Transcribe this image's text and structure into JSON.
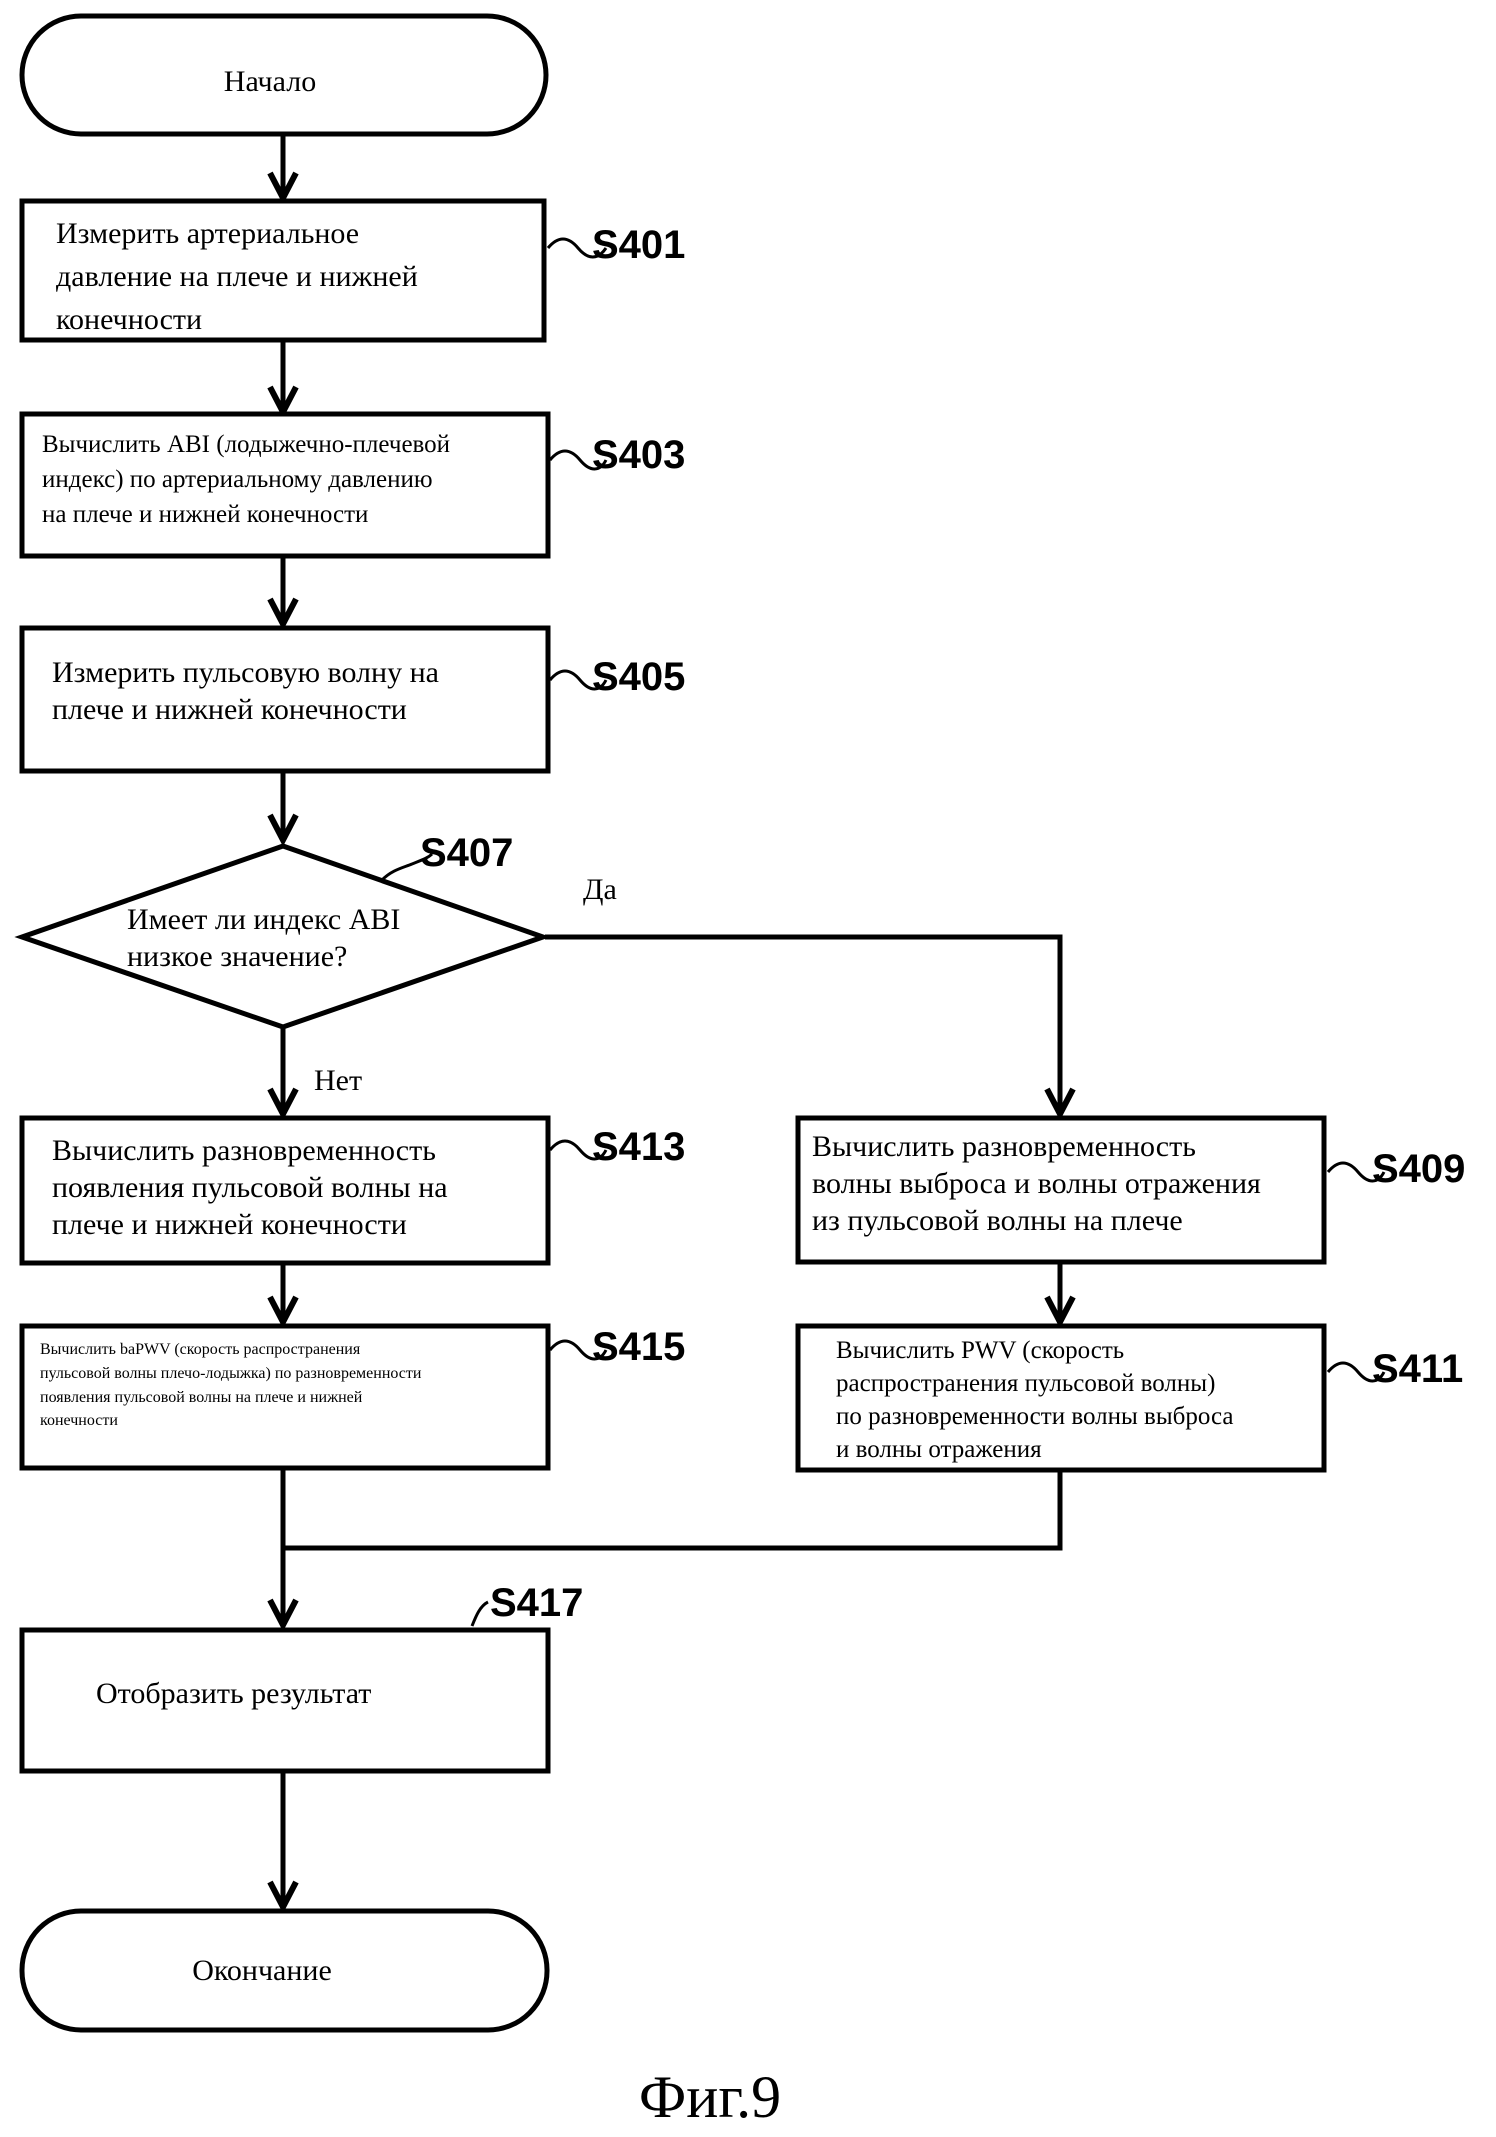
{
  "nodes": {
    "start": {
      "text": "Начало"
    },
    "s401": {
      "label": "S401",
      "lines": [
        "Измерить артериальное",
        "давление на плече и нижней",
        "конечности"
      ]
    },
    "s403": {
      "label": "S403",
      "lines": [
        "Вычислить ABI (лодыжечно-плечевой",
        "индекс) по артериальному давлению",
        "на плече и нижней конечности"
      ]
    },
    "s405": {
      "label": "S405",
      "lines": [
        "Измерить пульсовую волну на",
        "плече и нижней конечности"
      ]
    },
    "s407": {
      "label": "S407",
      "lines": [
        "Имеет ли индекс ABI",
        "низкое значение?"
      ],
      "yes": "Да",
      "no": "Нет"
    },
    "s409": {
      "label": "S409",
      "lines": [
        "Вычислить разновременность",
        "волны выброса и волны отражения",
        "из пульсовой волны на плече"
      ]
    },
    "s411": {
      "label": "S411",
      "lines": [
        "Вычислить PWV (скорость",
        "распространения пульсовой волны)",
        "по разновременности волны выброса",
        "и волны отражения"
      ]
    },
    "s413": {
      "label": "S413",
      "lines": [
        "Вычислить разновременность",
        "появления пульсовой волны на",
        "плече и нижней конечности"
      ]
    },
    "s415": {
      "label": "S415",
      "lines": [
        "Вычислить baPWV (скорость распространения",
        "пульсовой волны плечо-лодыжка) по разновременности",
        "появления пульсовой волны на плече и нижней",
        "конечности"
      ]
    },
    "s417": {
      "label": "S417",
      "lines": [
        "Отобразить результат"
      ]
    },
    "end": {
      "text": "Окончание"
    }
  },
  "caption": "Фиг.9"
}
